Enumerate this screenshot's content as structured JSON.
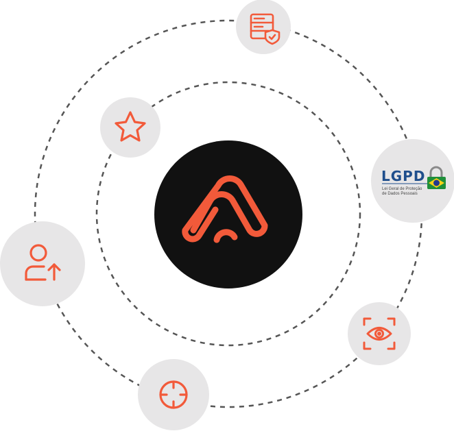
{
  "colors": {
    "accent": "#F25A3A",
    "center_bg": "#111111",
    "node_bg": "#E7E6E7",
    "orbit_stroke": "#555555",
    "lgpd_blue": "#1F4E8C",
    "flag_green": "#1F8F3A",
    "flag_yellow": "#F7D117",
    "flag_blue": "#243A8E",
    "lock_gray": "#8A8A8A"
  },
  "center": {
    "icon": "brand-logo"
  },
  "orbits": {
    "outer": {
      "style": "dashed"
    },
    "inner": {
      "style": "dashed"
    }
  },
  "nodes": [
    {
      "id": "server-shield",
      "icon": "server-shield-icon"
    },
    {
      "id": "star",
      "icon": "star-icon"
    },
    {
      "id": "lgpd",
      "icon": "lgpd-logo"
    },
    {
      "id": "user-upload",
      "icon": "user-upload-icon"
    },
    {
      "id": "eye-scan",
      "icon": "eye-scan-icon"
    },
    {
      "id": "target",
      "icon": "target-icon"
    }
  ],
  "lgpd": {
    "title": "LGPD",
    "subtitle_line1": "Lei Geral de Proteção",
    "subtitle_line2": "de Dados Pessoais"
  }
}
